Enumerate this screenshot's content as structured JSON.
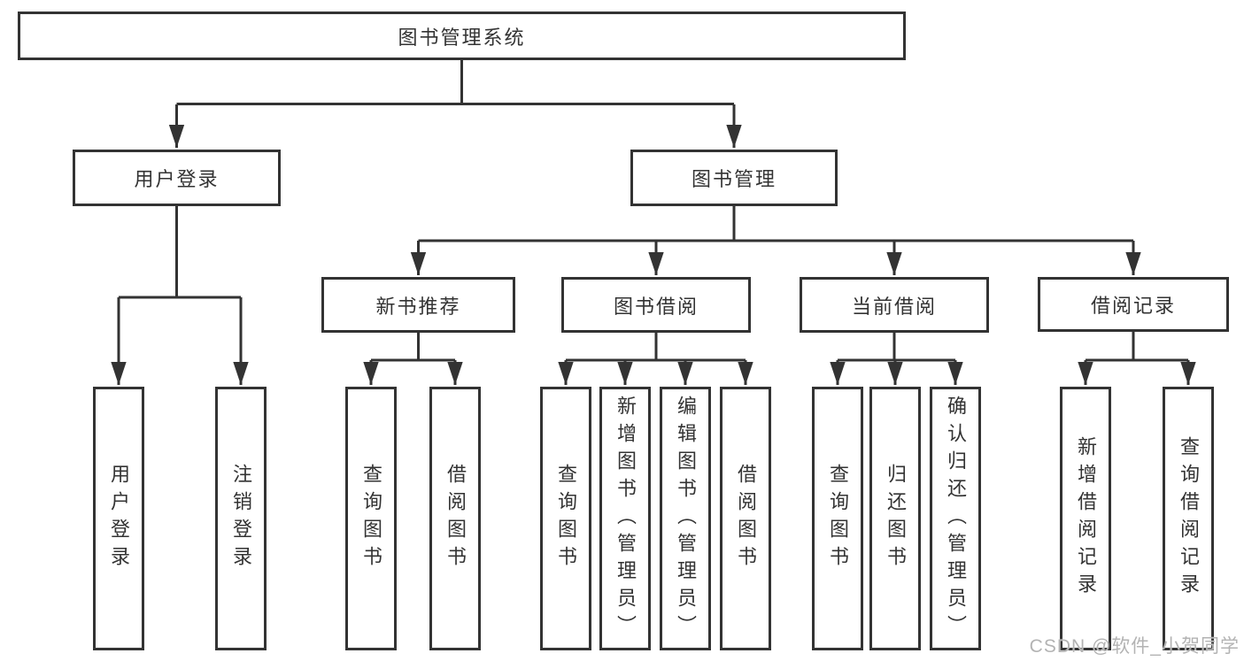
{
  "diagram_title": "图书管理系统",
  "colors": {
    "line": "#333333",
    "box_border": "#333333",
    "box_background": "#ffffff",
    "text": "#333333",
    "watermark_text": "#b3b3b3",
    "page_background": "#ffffff"
  },
  "watermark": {
    "text": "CSDN @软件_小贺同学"
  },
  "nodes": {
    "root": {
      "label": "图书管理系统"
    },
    "user_login": {
      "label": "用户登录"
    },
    "book_management": {
      "label": "图书管理"
    },
    "new_book_recommend": {
      "label": "新书推荐"
    },
    "book_borrowing": {
      "label": "图书借阅"
    },
    "current_borrowing": {
      "label": "当前借阅"
    },
    "borrowing_records": {
      "label": "借阅记录"
    },
    "leaf_user_login": {
      "label": "用户登录"
    },
    "leaf_logout": {
      "label": "注销登录"
    },
    "leaf_query_books_1": {
      "label": "查询图书"
    },
    "leaf_borrow_books_1": {
      "label": "借阅图书"
    },
    "leaf_query_books_2": {
      "label": "查询图书"
    },
    "leaf_add_book_admin": {
      "label": "新增图书（管理员）"
    },
    "leaf_edit_book_admin": {
      "label": "编辑图书（管理员）"
    },
    "leaf_borrow_books_2": {
      "label": "借阅图书"
    },
    "leaf_query_books_3": {
      "label": "查询图书"
    },
    "leaf_return_book": {
      "label": "归还图书"
    },
    "leaf_confirm_return_admin": {
      "label": "确认归还（管理员）"
    },
    "leaf_add_borrow_record": {
      "label": "新增借阅记录"
    },
    "leaf_query_borrow_record": {
      "label": "查询借阅记录"
    }
  },
  "hierarchy": {
    "label": "图书管理系统",
    "children": [
      {
        "label": "用户登录",
        "children": [
          {
            "label": "用户登录"
          },
          {
            "label": "注销登录"
          }
        ]
      },
      {
        "label": "图书管理",
        "children": [
          {
            "label": "新书推荐",
            "children": [
              {
                "label": "查询图书"
              },
              {
                "label": "借阅图书"
              }
            ]
          },
          {
            "label": "图书借阅",
            "children": [
              {
                "label": "查询图书"
              },
              {
                "label": "新增图书（管理员）"
              },
              {
                "label": "编辑图书（管理员）"
              },
              {
                "label": "借阅图书"
              }
            ]
          },
          {
            "label": "当前借阅",
            "children": [
              {
                "label": "查询图书"
              },
              {
                "label": "归还图书"
              },
              {
                "label": "确认归还（管理员）"
              }
            ]
          },
          {
            "label": "借阅记录",
            "children": [
              {
                "label": "新增借阅记录"
              },
              {
                "label": "查询借阅记录"
              }
            ]
          }
        ]
      }
    ]
  }
}
